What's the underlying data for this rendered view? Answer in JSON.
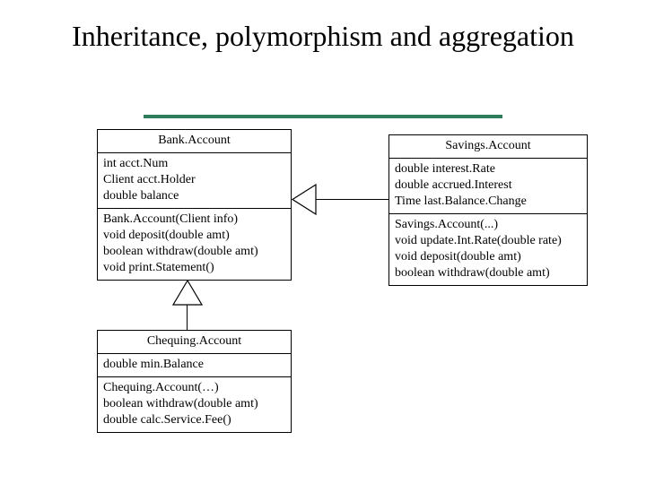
{
  "slide": {
    "title": "Inheritance, polymorphism and aggregation",
    "divider_color": "#2e7d5b"
  },
  "diagram": {
    "type": "uml-class-diagram",
    "classes": [
      {
        "id": "bank-account",
        "name": "Bank.Account",
        "attributes": [
          "int acct.Num",
          "Client acct.Holder",
          "double balance"
        ],
        "methods": [
          "Bank.Account(Client info)",
          "void deposit(double amt)",
          "boolean withdraw(double amt)",
          "void print.Statement()"
        ]
      },
      {
        "id": "savings-account",
        "name": "Savings.Account",
        "attributes": [
          "double interest.Rate",
          "double accrued.Interest",
          "Time last.Balance.Change"
        ],
        "methods": [
          "Savings.Account(...)",
          "void update.Int.Rate(double rate)",
          "void deposit(double amt)",
          "boolean withdraw(double amt)"
        ]
      },
      {
        "id": "chequing-account",
        "name": "Chequing.Account",
        "attributes": [
          "double min.Balance"
        ],
        "methods": [
          "Chequing.Account(…)",
          "boolean withdraw(double amt)",
          "double calc.Service.Fee()"
        ]
      }
    ],
    "relations": [
      {
        "id": "savings-inherits-bank",
        "kind": "generalization",
        "from": "savings-account",
        "to": "bank-account",
        "direction": "horizontal-left"
      },
      {
        "id": "chequing-inherits-bank",
        "kind": "generalization",
        "from": "chequing-account",
        "to": "bank-account",
        "direction": "vertical-up"
      }
    ]
  }
}
